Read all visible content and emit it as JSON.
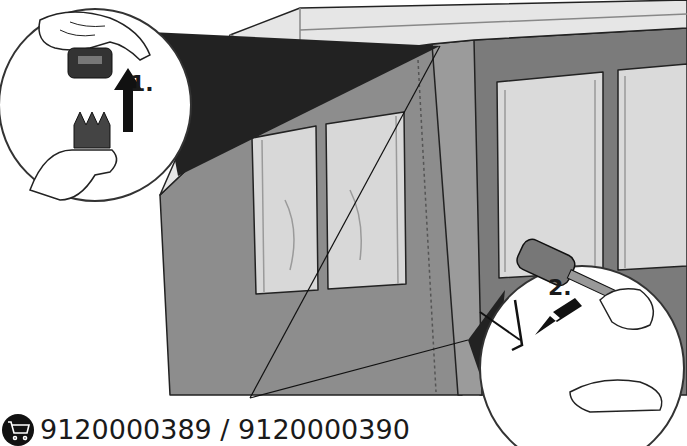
{
  "diagram": {
    "labels": [
      "1.",
      "2.",
      "9120000389 / 9120000390"
    ]
  }
}
